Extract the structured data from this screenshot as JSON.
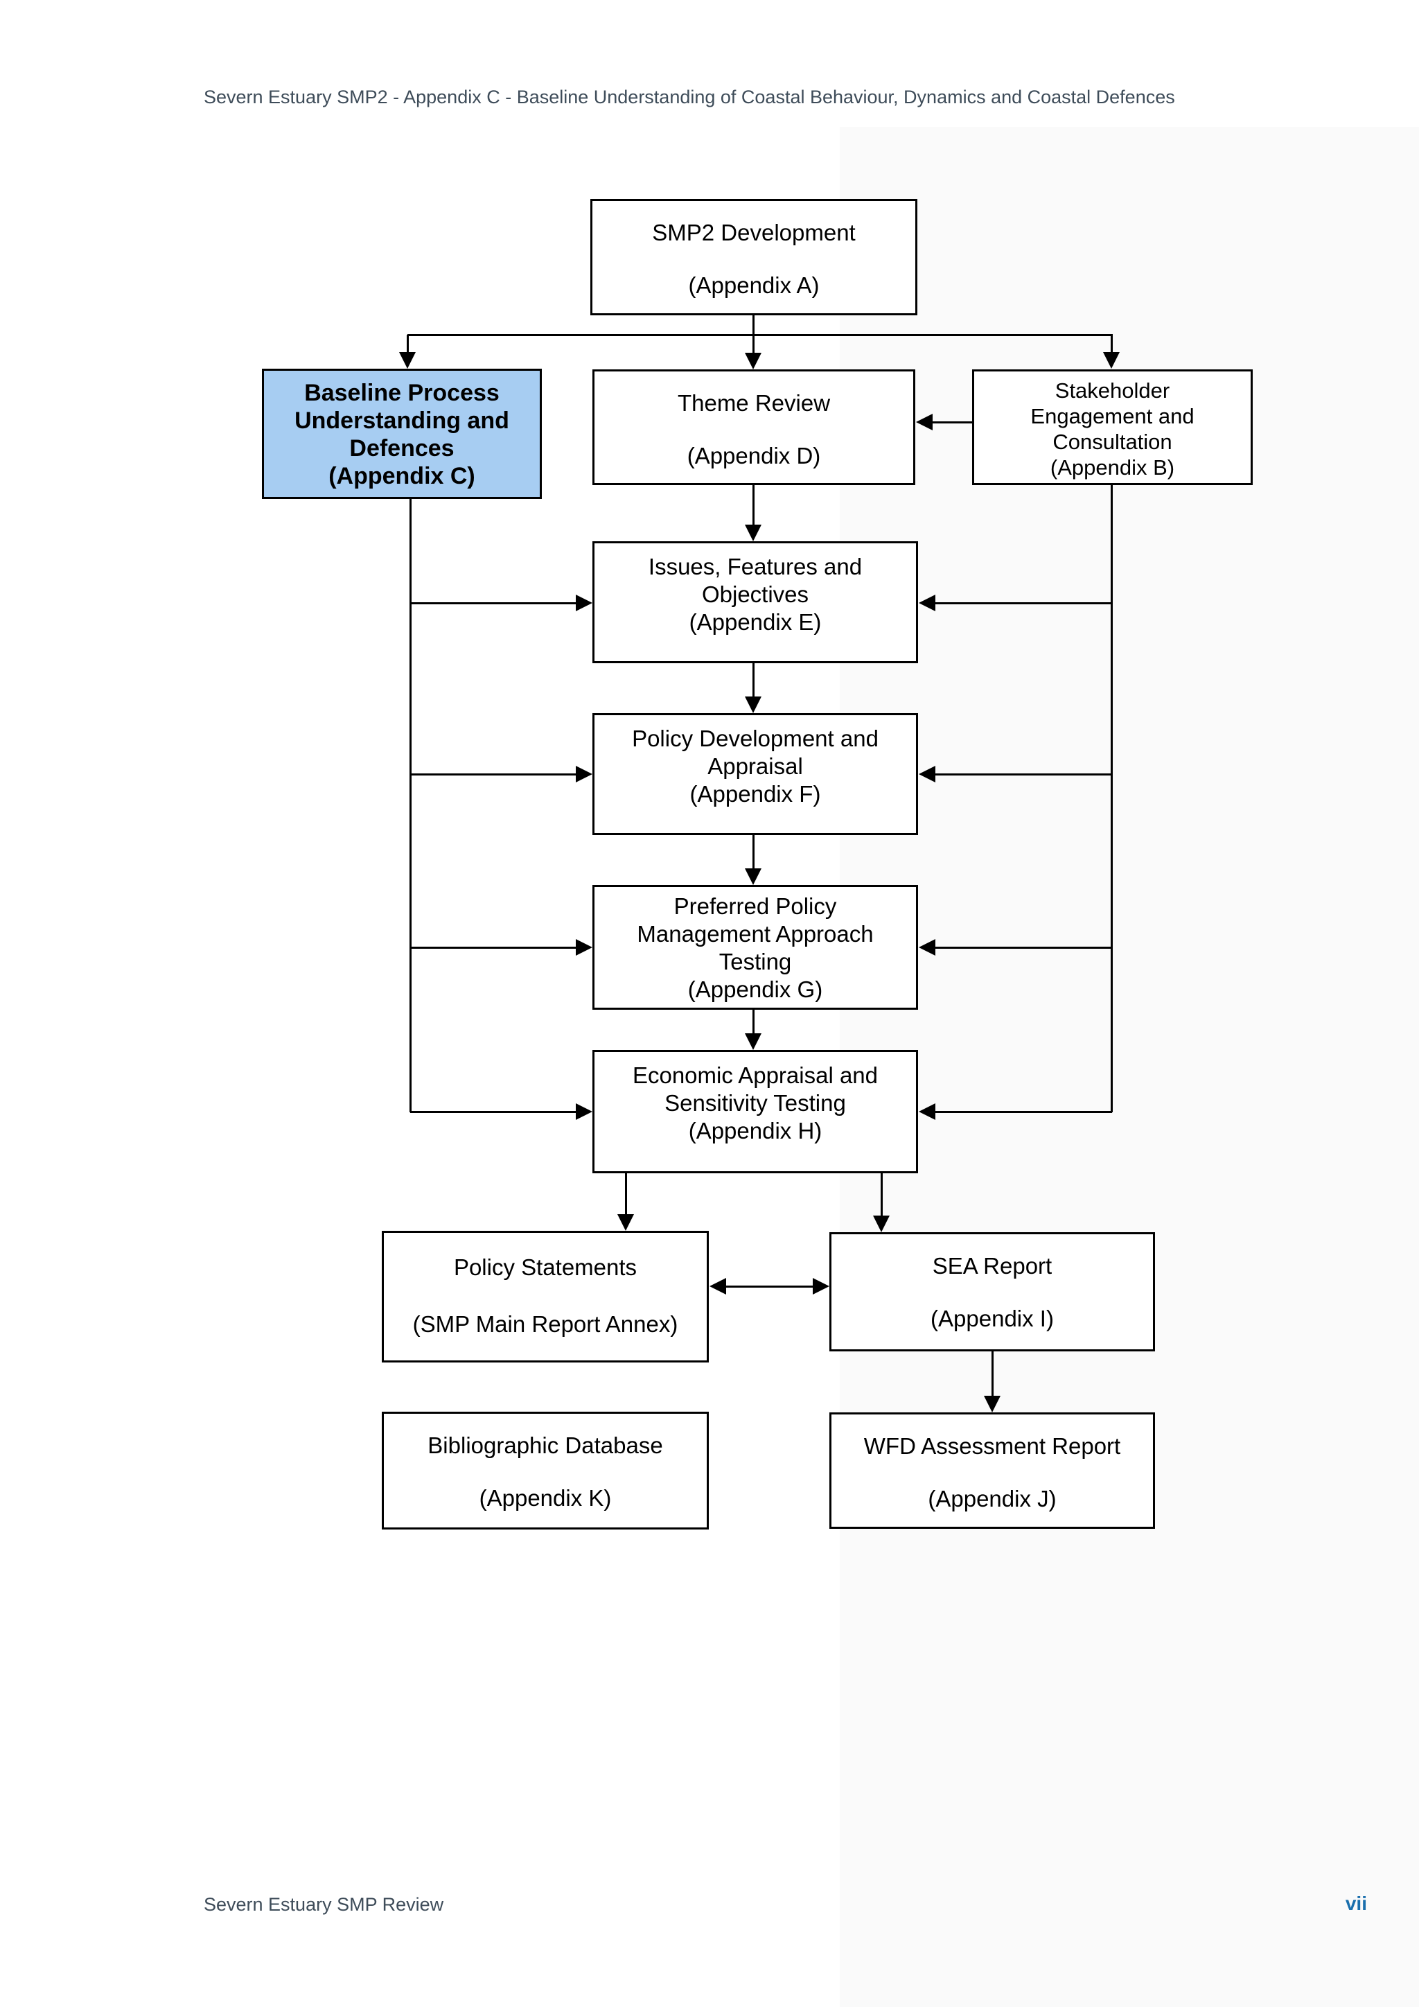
{
  "header": {
    "title": "Severn Estuary SMP2 - Appendix C - Baseline Understanding of Coastal Behaviour, Dynamics and Coastal Defences"
  },
  "footer": {
    "left": "Severn Estuary SMP Review",
    "page_number": "vii"
  },
  "colors": {
    "highlight_fill": "#a7cdf2",
    "box_border": "#000000",
    "arrow": "#000000",
    "meta_text": "#3e4c59",
    "page_number_text": "#1a6fad"
  },
  "flowchart": {
    "nodes": {
      "appendix_a": {
        "line1": "SMP2 Development",
        "line2": "(Appendix A)"
      },
      "appendix_c": {
        "line1": "Baseline Process",
        "line2": "Understanding and",
        "line3": "Defences",
        "line4": "(Appendix C)",
        "highlighted": "true"
      },
      "appendix_d": {
        "line1": "Theme Review",
        "line2": "(Appendix D)"
      },
      "appendix_b": {
        "line1": "Stakeholder",
        "line2": "Engagement and",
        "line3": "Consultation",
        "line4": "(Appendix B)"
      },
      "appendix_e": {
        "line1": "Issues, Features and",
        "line2": "Objectives",
        "line3": "(Appendix E)"
      },
      "appendix_f": {
        "line1": "Policy Development and",
        "line2": "Appraisal",
        "line3": "(Appendix F)"
      },
      "appendix_g": {
        "line1": "Preferred Policy",
        "line2": "Management Approach",
        "line3": "Testing",
        "line4": "(Appendix G)"
      },
      "appendix_h": {
        "line1": "Economic Appraisal and",
        "line2": "Sensitivity Testing",
        "line3": "(Appendix H)"
      },
      "policy_statements": {
        "line1": "Policy Statements",
        "line2": "(SMP Main Report Annex)"
      },
      "appendix_i": {
        "line1": "SEA Report",
        "line2": "(Appendix I)"
      },
      "appendix_k": {
        "line1": "Bibliographic Database",
        "line2": "(Appendix K)"
      },
      "appendix_j": {
        "line1": "WFD Assessment Report",
        "line2": "(Appendix J)"
      }
    }
  }
}
